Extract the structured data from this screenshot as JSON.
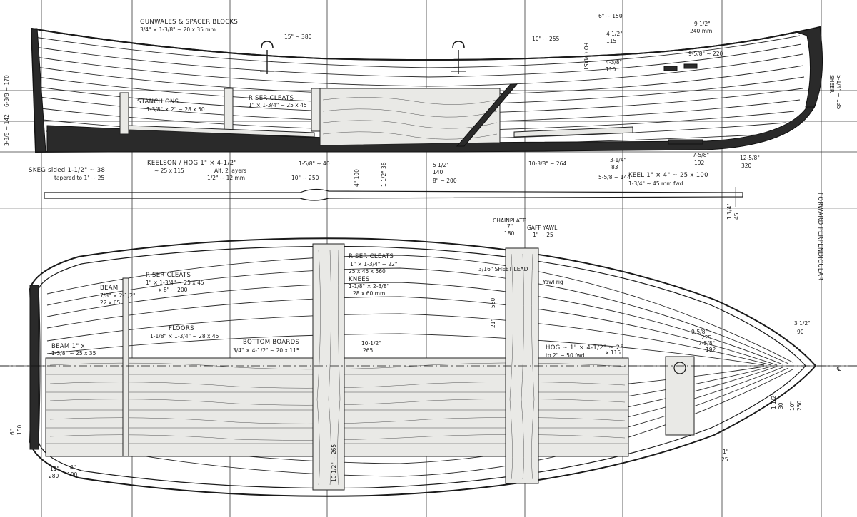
{
  "profile": {
    "gunwales_title": "GUNWALES & SPACER BLOCKS",
    "gunwales_size": "3/4\" × 1-3/8\" ~ 20 x 35 mm",
    "dim_15": "15\" ~ 380",
    "dim_10": "10\" ~ 255",
    "top_6": "6\" ~ 150",
    "top_4_half": "4 1/2\"",
    "top_115": "115",
    "dim_9_half": "9 1/2\"",
    "dim_240": "240 mm",
    "dim_9_5_8": "9-5/8\" ~ 220",
    "dim_4_3_8": "4-3/8\"",
    "dim_110": "110",
    "riser_cleats": "RISER CLEATS",
    "riser_cleats_size": "1\" × 1-3/4\" ~ 25 x 45",
    "stanchions": "STANCHIONS",
    "stanchions_size": "1-3/8\" × 2\" ~ 28 x 50",
    "left_6": "6-3/8 ~ 170",
    "left_3": "3-3/8 ~ 142",
    "skeg_line1": "SKEG  sided  1-1/2\" ~ 38",
    "skeg_line2": "tapered to 1\" ~ 25",
    "keelson_line1": "KEELSON / HOG   1\" × 4-1/2\"",
    "keelson_line2": "~ 25 x 115",
    "keelson_line3": "Alt: 2 layers",
    "keelson_line4": "1/2\" ~ 12 mm",
    "dim_1_5_8": "1-5/8\" ~ 40",
    "dim_10_250": "10\" ~ 250",
    "dim_4_100": "4\" 100",
    "dim_1_5_38": "1 1/2\" 38",
    "dim_5_half": "5 1/2\"",
    "dim_140": "140",
    "dim_8_200": "8\" ~ 200",
    "dim_10_3_8": "10-3/8\" ~ 264",
    "dim_3_1_4": "3-1/4\"",
    "dim_83": "83",
    "dim_5_5_8": "5-5/8 ~ 144",
    "dim_7_5_8": "7-5/8\"",
    "dim_192": "192",
    "dim_12_5_8": "12-5/8\"",
    "dim_320": "320",
    "keel_line1": "KEEL   1\" × 4\" ~ 25 x 100",
    "keel_line2": "1-3/4\" ~ 45 mm  fwd.",
    "fwd_sheer": "SHEER",
    "fwd_sheer2": "5-1/4\" ~ 135",
    "mast": "FOR MAST"
  },
  "plan": {
    "chainplate": "CHAINPLATE",
    "chainplate_dim": "7\"",
    "chainplate_mm": "180",
    "gaff_yawl": "GAFF YAWL",
    "gaff_yawl_dim": "1\" ~ 25",
    "riser_cleats": "RISER CLEATS",
    "riser_cleats_l1": "1\" × 1-3/4\" ~ 22\"",
    "riser_cleats_l2": "25 x 45 x 560",
    "knees": "KNEES",
    "knees_l1": "1-1/8\" × 2-3/8\"",
    "knees_l2": "28 x 60 mm",
    "sheet_lead": "3/16\" SHEET LEAD",
    "yawl_rig": "Yawl rig",
    "beam": "BEAM",
    "beam_size": "7/8\" × 2-1/2\"",
    "beam_mm": "22 x 65",
    "riser_cleats2": "RISER CLEATS",
    "riser_cleats2_l1": "1\" × 1-3/4\" ~ 25 x 45",
    "riser_cleats2_l2": "x 8\" ~ 200",
    "floors": "FLOORS",
    "floors_size": "1-1/8\" × 1-3/4\" ~ 28 x 45",
    "beam2": "BEAM  1\" x",
    "beam2_size": "1-3/8\" ~ 25 x 35",
    "bottom_boards": "BOTTOM BOARDS",
    "bottom_boards_size": "3/4\" × 4-1/2\" ~ 20 x 115",
    "dim_10_half": "10-1/2\"",
    "dim_265": "265",
    "dim_21": "21\"",
    "dim_530": "530",
    "hog_l1": "HOG  ~  1\" × 4-1/2\" ~ 25",
    "hog_l2": "to 2\" ~ 50 fwd.",
    "hog_l3": "x 115",
    "dim_9_5_8": "9-5/8\"",
    "dim_225": "225",
    "dim_7_5_8": "7-5/8\"",
    "dim_192": "192",
    "dim_3_half": "3 1/2\"",
    "dim_90": "90",
    "dim_1_half": "1 1/2\"",
    "dim_30": "30",
    "dim_10": "10\"",
    "dim_250": "250",
    "dim_1": "1\"",
    "dim_25": "25",
    "dim_6": "6\"",
    "dim_150": "150",
    "dim_11": "11\"",
    "dim_280": "280",
    "dim_4": "4\"",
    "dim_100": "100",
    "dim_1_half_b": "1 3/4\"",
    "dim_45": "45",
    "dim_10_half_b": "10-1/2\" ~ 265",
    "fwd_perp": "FORWARD PERPENDICULAR",
    "centerline": "℄"
  }
}
